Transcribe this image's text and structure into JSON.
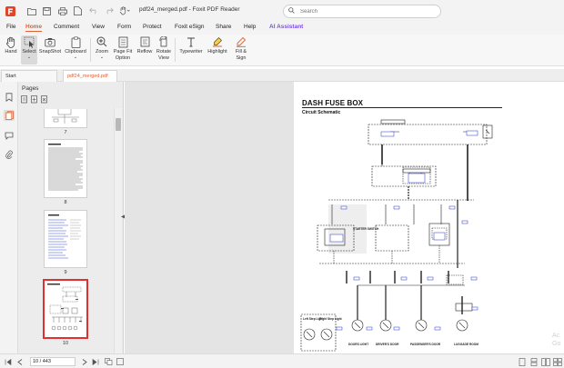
{
  "app": {
    "document_title": "pdf24_merged.pdf - Foxit PDF Reader",
    "search_placeholder": "Search"
  },
  "menu": {
    "items": [
      "File",
      "Home",
      "Comment",
      "View",
      "Form",
      "Protect",
      "Foxit eSign",
      "Share",
      "Help",
      "AI Assistant"
    ],
    "active": "Home"
  },
  "ribbon": {
    "hand": "Hand",
    "select": "Select",
    "snapshot": "SnapShot",
    "clipboard": "Clipboard",
    "zoom": "Zoom",
    "page_fit_1": "Page Fit",
    "page_fit_2": "Option",
    "reflow": "Reflow",
    "rotate_1": "Rotate",
    "rotate_2": "View",
    "typewriter": "Typewriter",
    "highlight": "Highlight",
    "fill_sign_1": "Fill &",
    "fill_sign_2": "Sign"
  },
  "tabs": {
    "start": "Start",
    "document": "pdf24_merged.pdf"
  },
  "pages_panel": {
    "title": "Pages",
    "thumbnails": [
      {
        "label": "7"
      },
      {
        "label": "8"
      },
      {
        "label": "9"
      },
      {
        "label": "10",
        "current": true
      }
    ]
  },
  "document": {
    "page_title": "DASH FUSE BOX",
    "page_subtitle": "Circuit Schematic",
    "labels": {
      "starter_switch": "STARTER SWITCH",
      "doors_light": "DOORS LIGHT",
      "drivers_door": "DRIVER'S DOOR",
      "passengers_door": "PASSENGER'S DOOR",
      "luggage_room": "LUGGAGE ROOM",
      "left_step": "Left Step Light",
      "right_step": "Right Step Light"
    }
  },
  "watermark": {
    "line1": "Ac",
    "line2": "Go"
  },
  "status": {
    "page_field": "10 / 443"
  },
  "colors": {
    "accent": "#e06030",
    "ai_accent": "#7a4fe0",
    "current_page_border": "#e03030",
    "schematic_blue": "#2233cc"
  }
}
